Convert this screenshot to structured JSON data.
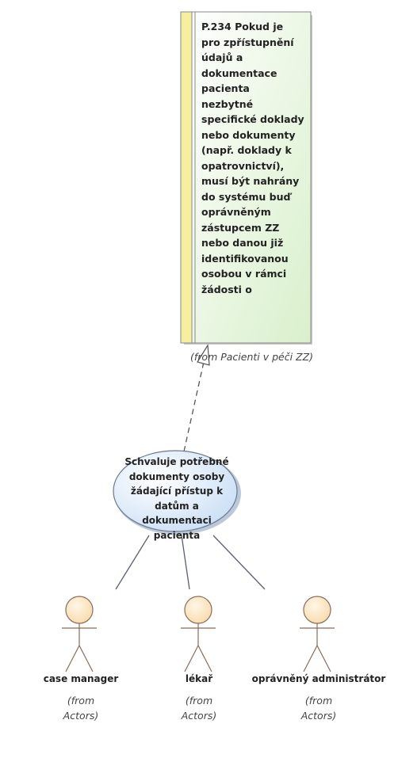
{
  "requirement": {
    "id": "P.234",
    "text": "Pokud je pro zpřístupnění údajů a dokumentace pacienta nezbytné specifické doklady nebo dokumenty (např. doklady k opatrovnictví), musí být nahrány do systému buď oprávněným zástupcem ZZ nebo danou již identifikovanou osobou v rámci žádosti o",
    "from": "(from Pacienti v péči ZZ)",
    "colors": {
      "fill": "#e6f5dc",
      "stripe": "#f5f0a0",
      "border": "#8a8a8a"
    }
  },
  "use_case": {
    "label": "Schvaluje potřebné dokumenty osoby žádající přístup k datům a dokumentaci pacienta",
    "colors": {
      "fill": "#d6e8fb",
      "border": "#6e7a8a"
    }
  },
  "actors": [
    {
      "name": "case manager",
      "from": "(from Actors)"
    },
    {
      "name": "lékař",
      "from": "(from Actors)"
    },
    {
      "name": "oprávněný administrátor",
      "from": "(from Actors)"
    }
  ],
  "actor_color": "#fde6c4"
}
